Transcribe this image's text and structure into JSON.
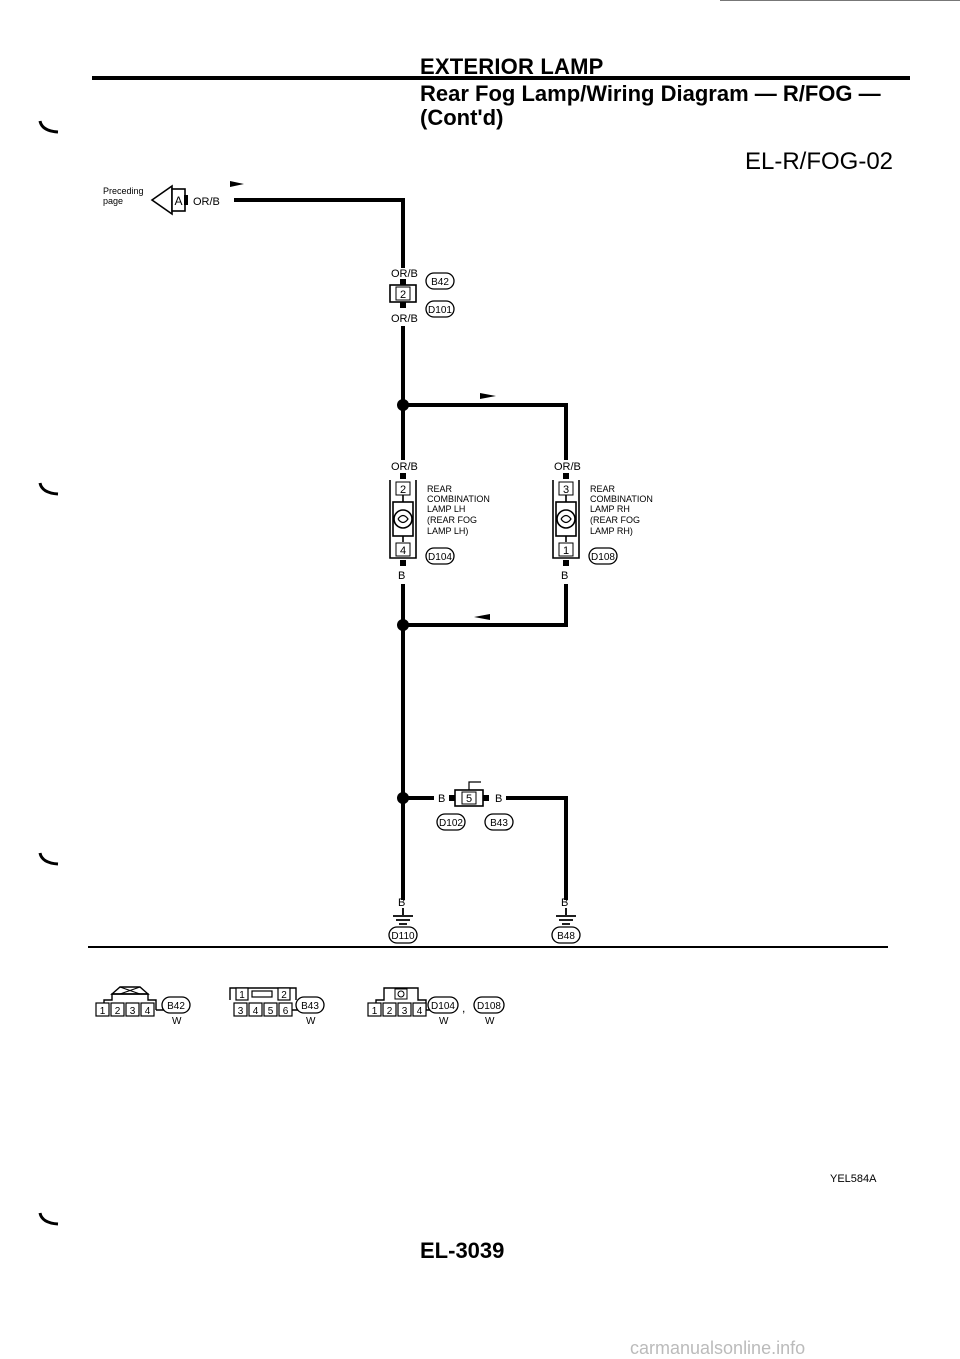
{
  "header": {
    "section": "EXTERIOR LAMP",
    "title_line1": "Rear Fog Lamp/Wiring Diagram — R/FOG —",
    "title_line2": "(Cont'd)",
    "code": "EL-R/FOG-02"
  },
  "preceding": {
    "label_line1": "Preceding",
    "label_line2": "page",
    "connector": "A",
    "wire": "OR/B"
  },
  "wires": {
    "or_b": "OR/B",
    "b": "B"
  },
  "connectors": {
    "b42": "B42",
    "d101": "D101",
    "d104": "D104",
    "d108": "D108",
    "d102": "D102",
    "b43": "B43",
    "d110": "D110",
    "b48": "B48"
  },
  "pins": {
    "p1": "1",
    "p2": "2",
    "p3": "3",
    "p4": "4",
    "p5": "5",
    "p6": "6"
  },
  "lamp_lh": {
    "line1": "REAR",
    "line2": "COMBINATION",
    "line3": "LAMP LH",
    "line4": "(REAR FOG",
    "line5": "LAMP LH)"
  },
  "lamp_rh": {
    "line1": "REAR",
    "line2": "COMBINATION",
    "line3": "LAMP RH",
    "line4": "(REAR FOG",
    "line5": "LAMP RH)"
  },
  "connector_views": {
    "color_w": "W",
    "separator": ","
  },
  "footer": {
    "figure_id": "YEL584A",
    "page_number": "EL-3039",
    "watermark": "carmanualsonline.info"
  }
}
